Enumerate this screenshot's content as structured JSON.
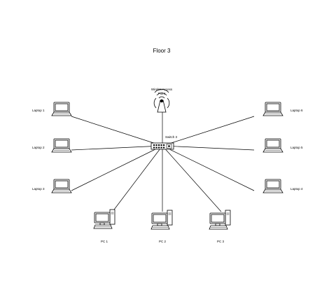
{
  "diagram": {
    "title": "Floor 3",
    "switch": {
      "label": "Switch 3"
    },
    "access_point": {
      "label_line1": "Wirelss Access",
      "label_line2": "Point"
    },
    "laptops": [
      {
        "id": "laptop-1",
        "label": "Laptop 1"
      },
      {
        "id": "laptop-2",
        "label": "Laptop 2"
      },
      {
        "id": "laptop-3",
        "label": "Laptop 3"
      },
      {
        "id": "laptop-4",
        "label": "Laptop 4"
      },
      {
        "id": "laptop-5",
        "label": "Laptop 5"
      },
      {
        "id": "laptop-6",
        "label": "Laptop 6"
      }
    ],
    "pcs": [
      {
        "id": "pc-1",
        "label": "PC 1"
      },
      {
        "id": "pc-2",
        "label": "PC 2"
      },
      {
        "id": "pc-3",
        "label": "PC 3"
      }
    ],
    "links": [
      [
        "switch",
        "access-point"
      ],
      [
        "switch",
        "laptop-1"
      ],
      [
        "switch",
        "laptop-2"
      ],
      [
        "switch",
        "laptop-3"
      ],
      [
        "switch",
        "laptop-4"
      ],
      [
        "switch",
        "laptop-5"
      ],
      [
        "switch",
        "laptop-6"
      ],
      [
        "switch",
        "pc-1"
      ],
      [
        "switch",
        "pc-2"
      ],
      [
        "switch",
        "pc-3"
      ]
    ]
  }
}
